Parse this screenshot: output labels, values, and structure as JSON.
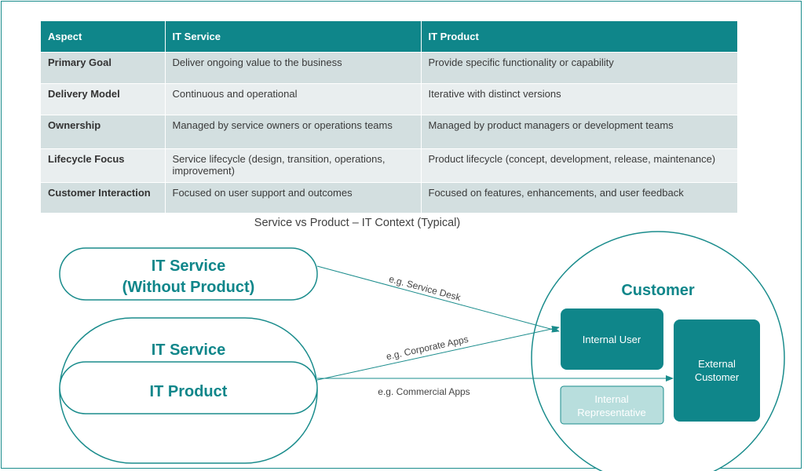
{
  "table": {
    "headers": [
      "Aspect",
      "IT Service",
      "IT Product"
    ],
    "rows": [
      {
        "aspect": "Primary Goal",
        "service": "Deliver ongoing value to the business",
        "product": "Provide specific functionality or capability"
      },
      {
        "aspect": "Delivery Model",
        "service": "Continuous and operational",
        "product": "Iterative with distinct versions"
      },
      {
        "aspect": "Ownership",
        "service": "Managed by service owners or operations teams",
        "product": "Managed by product managers or development teams"
      },
      {
        "aspect": "Lifecycle Focus",
        "service": "Service lifecycle (design, transition, operations, improvement)",
        "product": "Product lifecycle (concept, development, release, maintenance)"
      },
      {
        "aspect": "Customer Interaction",
        "service": "Focused on user support and outcomes",
        "product": "Focused on features, enhancements, and user feedback"
      }
    ]
  },
  "caption": "Service vs Product – IT Context (Typical)",
  "diagram": {
    "service_only": {
      "line1": "IT Service",
      "line2": "(Without Product)"
    },
    "service_outer": "IT Service",
    "product_inner": "IT Product",
    "customer": {
      "title": "Customer",
      "internal_user": "Internal User",
      "internal_rep": {
        "line1": "Internal",
        "line2": "Representative"
      },
      "external": {
        "line1": "External",
        "line2": "Customer"
      }
    },
    "arrows": {
      "service_desk": "e.g. Service Desk",
      "corporate_apps": "e.g. Corporate Apps",
      "commercial_apps": "e.g. Commercial Apps"
    }
  },
  "colors": {
    "teal": "#0f868a",
    "light_teal": "#b8dedd",
    "outline": "#1a8c8c"
  }
}
